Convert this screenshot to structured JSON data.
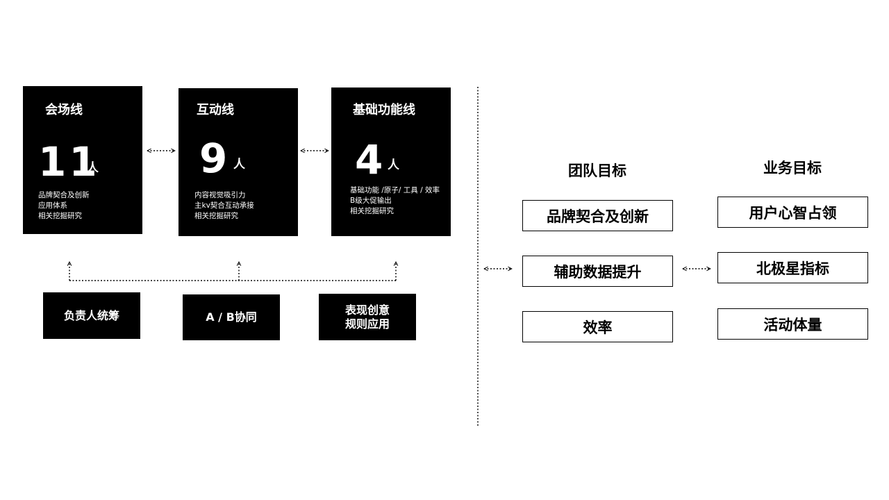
{
  "teams": [
    {
      "title": "会场线",
      "count": "11",
      "unit": "人",
      "desc": [
        "品牌契合及创新",
        "应用体系",
        "相关挖掘研究"
      ]
    },
    {
      "title": "互动线",
      "count": "9",
      "unit": "人",
      "desc": [
        "内容视觉吸引力",
        "主kv契合互动承接",
        "相关挖掘研究"
      ]
    },
    {
      "title": "基础功能线",
      "count": "4",
      "unit": "人",
      "desc": [
        "基础功能 /原子/ 工具 / 效率",
        "B级大促输出",
        "相关挖掘研究"
      ]
    }
  ],
  "support": [
    {
      "lines": [
        "负责人统筹"
      ]
    },
    {
      "lines": [
        "A / B协同"
      ]
    },
    {
      "lines": [
        "表现创意",
        "规则应用"
      ]
    }
  ],
  "team_goals": {
    "heading": "团队目标",
    "items": [
      "品牌契合及创新",
      "辅助数据提升",
      "效率"
    ]
  },
  "business_goals": {
    "heading": "业务目标",
    "items": [
      "用户心智占领",
      "北极星指标",
      "活动体量"
    ]
  },
  "colors": {
    "card_bg": "#000000",
    "card_text": "#ffffff",
    "page_bg": "#ffffff"
  }
}
